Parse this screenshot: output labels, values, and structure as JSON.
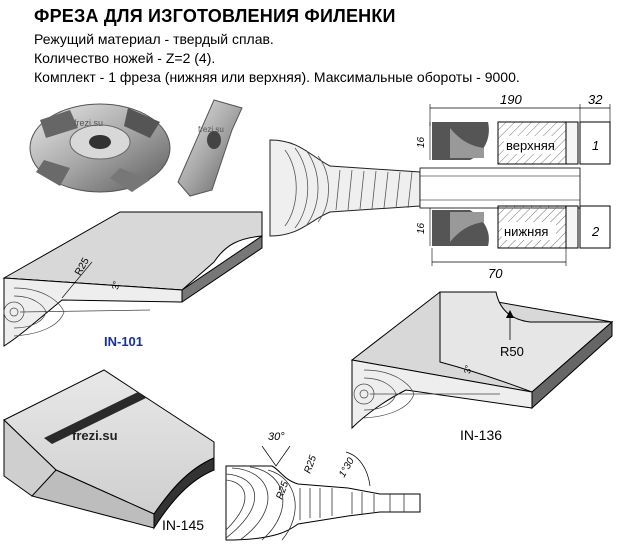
{
  "header": {
    "title": "ФРЕЗА ДЛЯ ИЗГОТОВЛЕНИЯ ФИЛЕНКИ",
    "line1": "Режущий материал - твердый сплав.",
    "line2": "Количество ножей - Z=2 (4).",
    "line3": "Комплект - 1 фреза (нижняя или верхняя). Максимальные обороты - 9000."
  },
  "photo": {
    "watermark": "frezi.su"
  },
  "drawing": {
    "dim_total": "190",
    "dim_right": "32",
    "dim_height_top": "16",
    "dim_height_bottom": "16",
    "dim_width": "70",
    "label_upper": "верхняя",
    "label_lower": "нижняя",
    "index_upper": "1",
    "index_lower": "2"
  },
  "profiles": {
    "in101": {
      "code": "IN-101",
      "radius": "R25",
      "angle": "3°"
    },
    "in136": {
      "code": "IN-136",
      "radius": "R50",
      "angle": "3°"
    },
    "in145": {
      "code": "IN-145",
      "watermark": "frezi.su"
    },
    "section": {
      "angle_top": "30°",
      "radius_top": "R25",
      "radius_bottom": "R25",
      "angle_right": "1°30"
    }
  }
}
